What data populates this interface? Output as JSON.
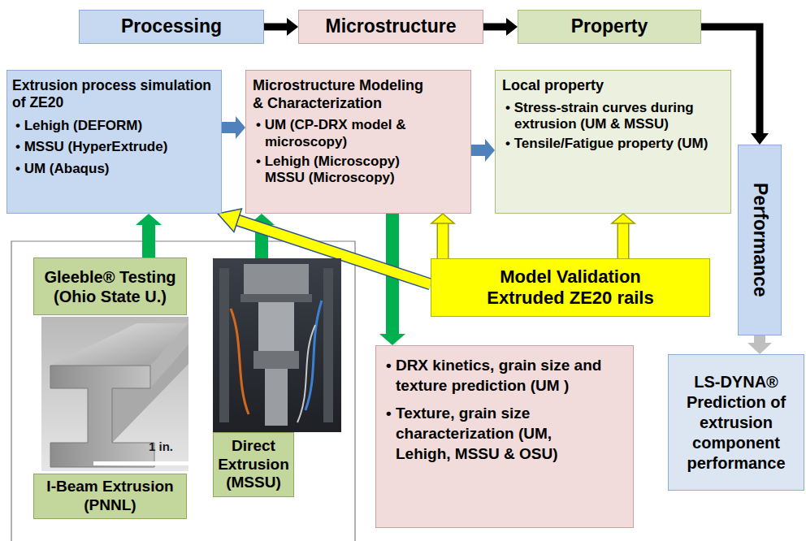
{
  "diagram": {
    "nodes": [
      {
        "text": [
          "Processing"
        ]
      },
      {
        "text": [
          "Microstructure"
        ]
      },
      {
        "text": [
          "Property"
        ]
      },
      {
        "text": [
          "Extrusion process simulation of ZE20",
          "• Lehigh (DEFORM)",
          "• MSSU (HyperExtrude)",
          "• UM (Abaqus)"
        ]
      },
      {
        "text": [
          "Microstructure Modeling & Characterization",
          "• UM (CP-DRX model & microscopy)",
          "• Lehigh (Microscopy) MSSU (Microscopy)"
        ]
      },
      {
        "text": [
          "Local property",
          "• Stress-strain curves during extrusion (UM & MSSU)",
          "• Tensile/Fatigue property (UM)"
        ]
      },
      {
        "text": [
          "Performance"
        ]
      },
      {
        "text": [
          "Gleeble® Testing (Ohio State U.)"
        ]
      },
      {
        "text": [
          "Direct Extrusion (MSSU)"
        ]
      },
      {
        "text": [
          "I-Beam Extrusion (PNNL)"
        ]
      },
      {
        "text": [
          "Model Validation",
          "Extruded ZE20 rails"
        ]
      },
      {
        "text": [
          "• DRX kinetics, grain size and texture prediction (UM )",
          "• Texture, grain size characterization (UM, Lehigh, MSSU & OSU)"
        ]
      },
      {
        "text": [
          "LS-DYNA® Prediction of extrusion component performance"
        ]
      }
    ],
    "edges": [
      {
        "from": 0,
        "to": 1,
        "arrow": "to"
      },
      {
        "from": 1,
        "to": 2,
        "arrow": "to"
      },
      {
        "from": 2,
        "to": 6,
        "arrow": "to"
      },
      {
        "from": 3,
        "to": 4,
        "arrow": "to"
      },
      {
        "from": 4,
        "to": 5,
        "arrow": "to"
      },
      {
        "from": 6,
        "to": 12,
        "arrow": "to"
      },
      {
        "from": 7,
        "to": 3,
        "arrow": "to"
      },
      {
        "from": 8,
        "to": 4,
        "arrow": "to"
      },
      {
        "from": 4,
        "to": 11,
        "arrow": "to"
      },
      {
        "from": 10,
        "to": 3,
        "arrow": "to"
      },
      {
        "from": 10,
        "to": 4,
        "arrow": "to"
      },
      {
        "from": 10,
        "to": 5,
        "arrow": "to"
      }
    ],
    "labels": [
      "1 in."
    ]
  }
}
